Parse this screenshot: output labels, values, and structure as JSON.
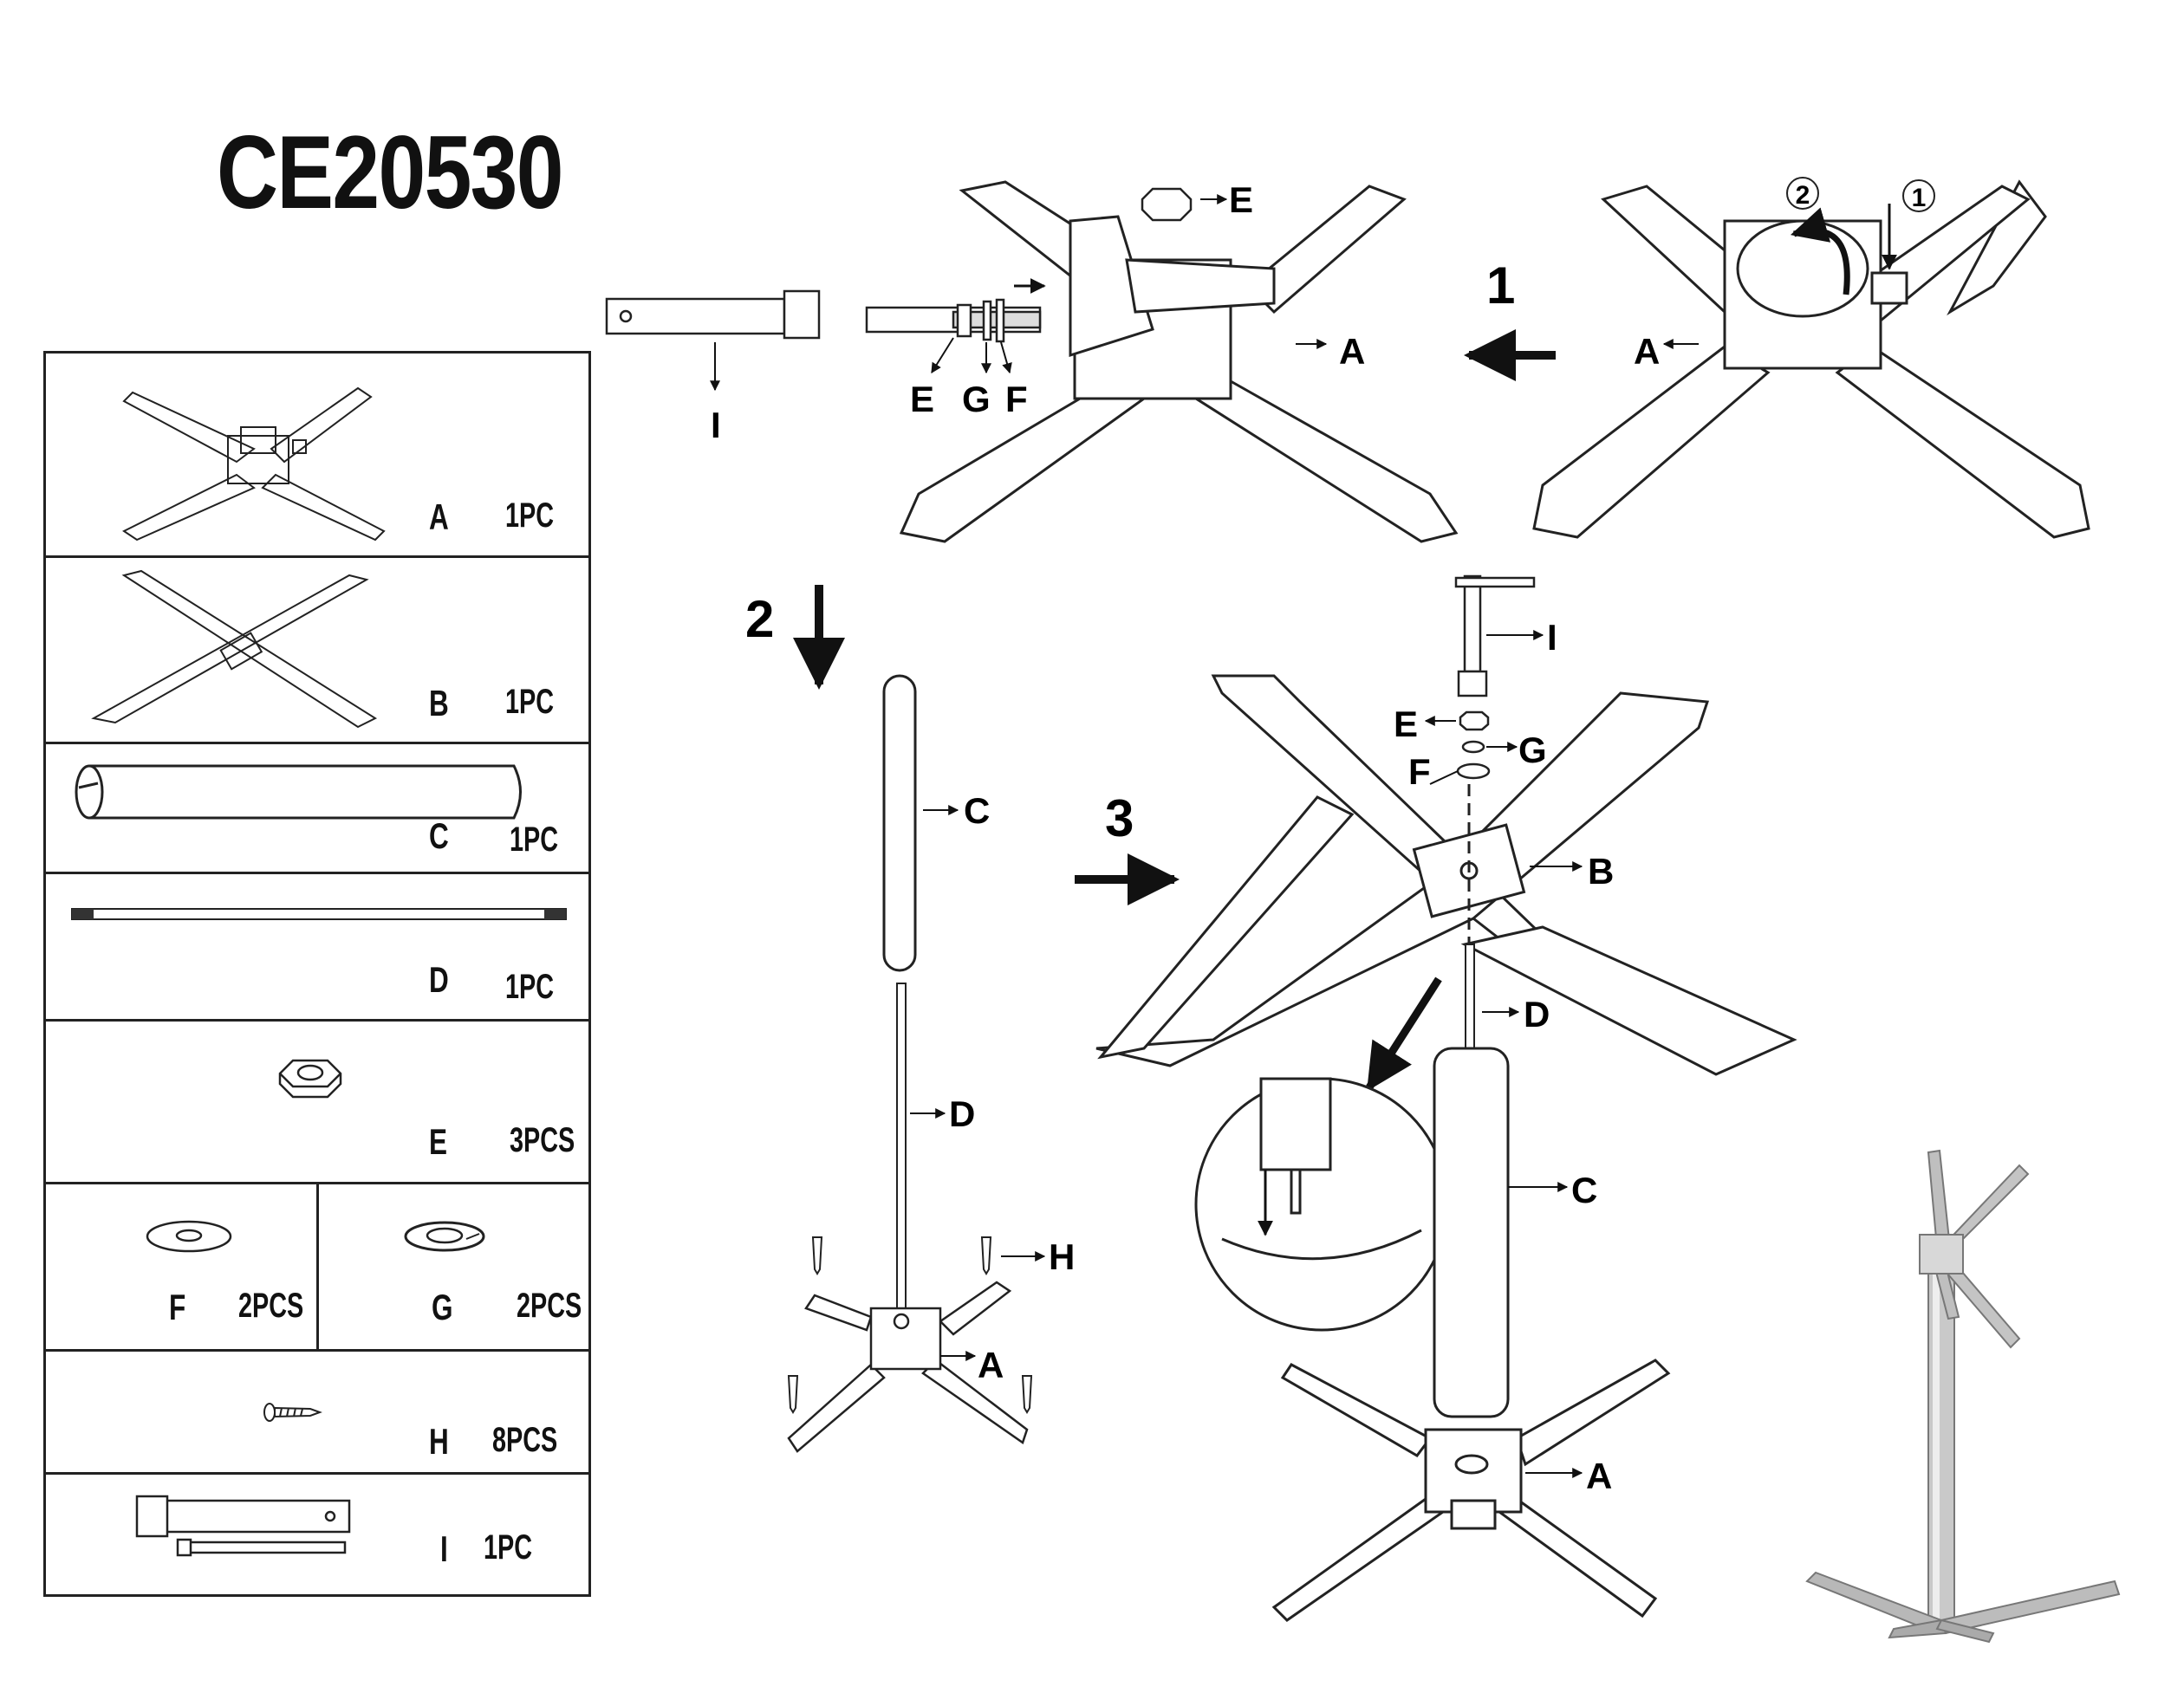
{
  "title": "CE20530",
  "parts": [
    {
      "letter": "A",
      "qty": "1PC"
    },
    {
      "letter": "B",
      "qty": "1PC"
    },
    {
      "letter": "C",
      "qty": "1PC"
    },
    {
      "letter": "D",
      "qty": "1PC"
    },
    {
      "letter": "E",
      "qty": "3PCS"
    },
    {
      "letter": "F",
      "qty": "2PCS"
    },
    {
      "letter": "G",
      "qty": "2PCS"
    },
    {
      "letter": "H",
      "qty": "8PCS"
    },
    {
      "letter": "I",
      "qty": "1PC"
    }
  ],
  "steps": [
    "1",
    "2",
    "3"
  ],
  "step1": {
    "markers": [
      "1",
      "2"
    ],
    "labels": {
      "A_right": "A",
      "A_left": "A",
      "E_top": "E",
      "I": "I",
      "E": "E",
      "G": "G",
      "F": "F"
    }
  },
  "step2": {
    "labels": {
      "C": "C",
      "D": "D",
      "H": "H",
      "A": "A"
    }
  },
  "step3": {
    "labels": {
      "I": "I",
      "E": "E",
      "G": "G",
      "F": "F",
      "B": "B",
      "D": "D",
      "C": "C",
      "A": "A"
    }
  }
}
